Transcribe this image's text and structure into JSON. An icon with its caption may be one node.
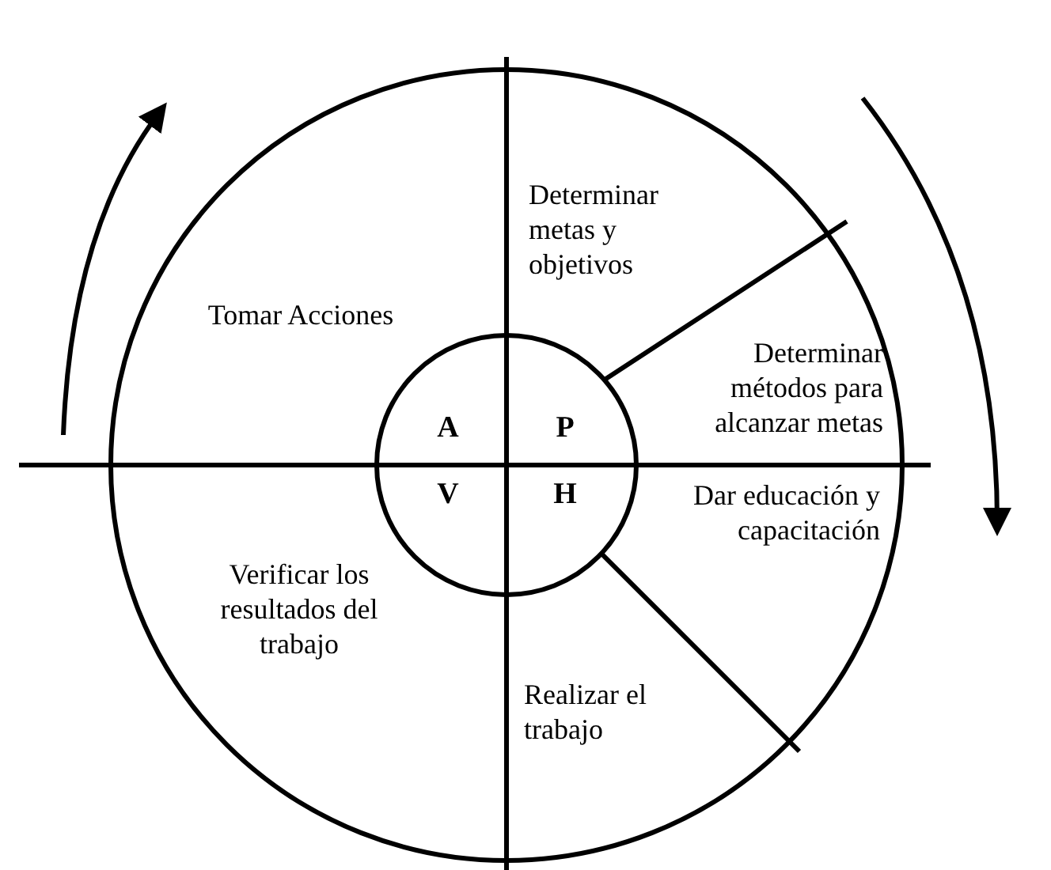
{
  "diagram": {
    "nodes": [
      {
        "text": [
          "Determinar metas y objetivos"
        ]
      },
      {
        "text": [
          "Tomar Acciones"
        ]
      },
      {
        "text": [
          "Determinar métodos para alcanzar metas"
        ]
      },
      {
        "text": [
          "A"
        ]
      },
      {
        "text": [
          "P"
        ]
      },
      {
        "text": [
          "V"
        ]
      },
      {
        "text": [
          "H"
        ]
      },
      {
        "text": [
          "Dar educación y capacitación"
        ]
      },
      {
        "text": [
          "Verificar los resultados del trabajo"
        ]
      },
      {
        "text": [
          "Realizar el trabajo"
        ]
      }
    ],
    "edges": []
  }
}
